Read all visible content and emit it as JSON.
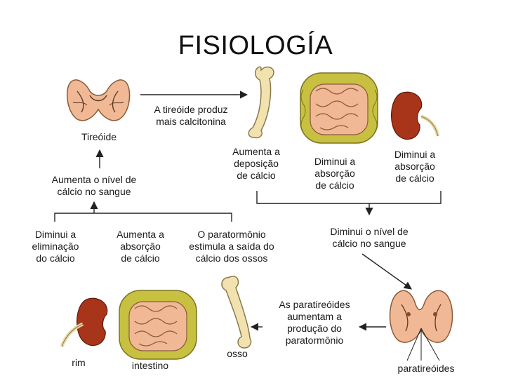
{
  "title": "FISIOLOGÍA",
  "nodes": {
    "thyroid_label": "Tireóide",
    "thyroid_produces": "A tireóide produz\nmais calcitonina",
    "bone_deposition": "Aumenta a\ndeposição\nde cálcio",
    "intestine_absorption_down": "Diminui a\nabsorção\nde cálcio",
    "kidney_absorption_down": "Diminui a\nabsorção\nde cálcio",
    "blood_calcium_down": "Diminui o nível de\ncálcio no sangue",
    "blood_calcium_up": "Aumenta o nível de\ncálcio no sangue",
    "kidney_elimination_down": "Diminui a\neliminação\ndo cálcio",
    "intestine_absorption_up": "Aumenta a\nabsorção\nde cálcio",
    "pth_stimulates": "O paratormônio\nestimula a saída do\ncálcio dos ossos",
    "parathyroid_increase": "As paratireóides\naumentam a\nprodução do\nparatormônio",
    "parathyroid_label": "paratireóides",
    "bone_label": "osso",
    "intestine_label": "intestino",
    "kidney_label": "rim"
  },
  "icons": [
    "thyroid-icon",
    "bone-icon",
    "intestine-icon",
    "kidney-icon",
    "parathyroid-icon"
  ],
  "colors": {
    "organ_flesh": "#f0b894",
    "organ_outline": "#8a5a3a",
    "intestine_frame": "#c8c040",
    "bone": "#f2e2b0",
    "kidney": "#a8341a",
    "vessel": "#e8d8a8",
    "arrow": "#222222"
  }
}
